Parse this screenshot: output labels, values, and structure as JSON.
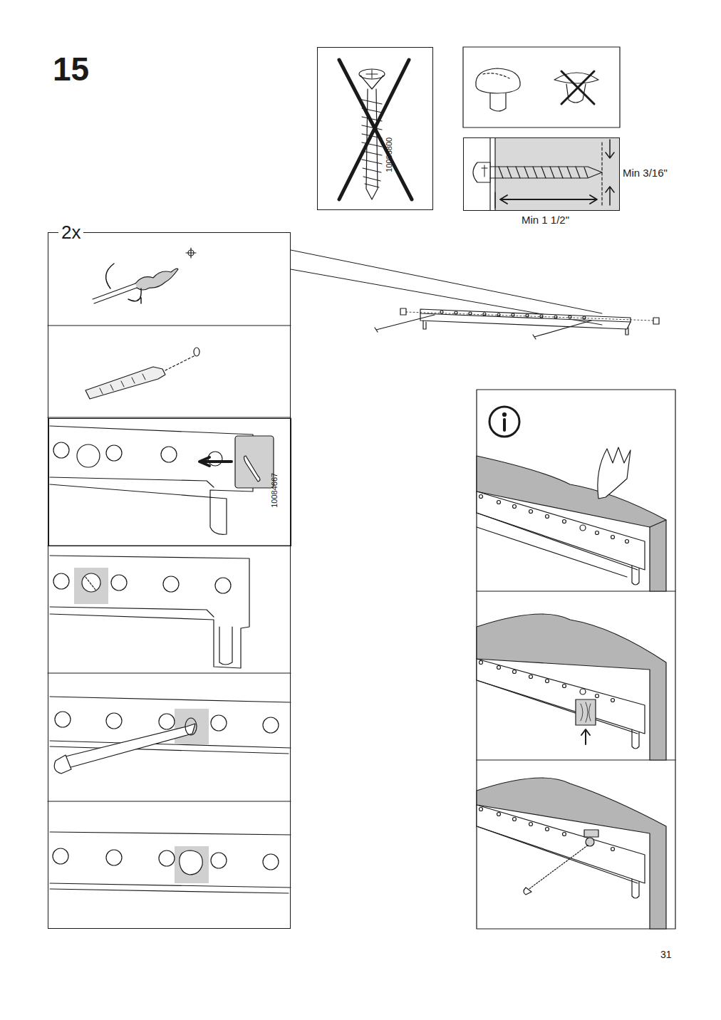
{
  "diagram": {
    "nodes": [
      {
        "text": [
          "10083800"
        ]
      },
      {
        "text": [
          "Min 3/16\"",
          "Min 1 1/2\""
        ]
      },
      {
        "text": [
          "2x"
        ]
      },
      {
        "text": [
          "10084667"
        ],
        "in": 2
      }
    ],
    "labels": [
      "15",
      "31"
    ]
  }
}
